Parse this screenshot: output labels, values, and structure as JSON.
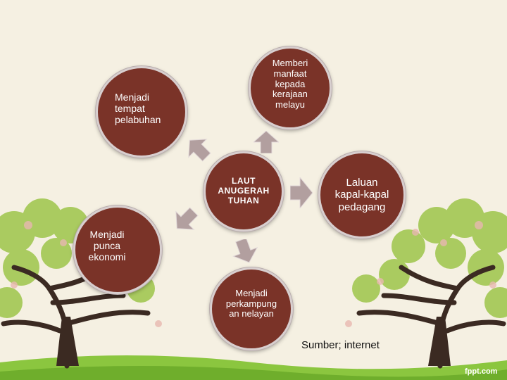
{
  "center": {
    "text": "LAUT\nANUGERAH\nTUHAN"
  },
  "nodes": {
    "top": "Memberi\nmanfaat\nkepada\nkerajaan\nmelayu",
    "top_left": "Menjadi\ntempat\npelabuhan",
    "right": "Laluan\nkapal-kapal\npedagang",
    "left": "Menjadi\npunca\nekonomi",
    "bottom": "Menjadi\nperkampung\nan nelayan"
  },
  "source": "Sumber; internet",
  "logo": "fppt.com",
  "colors": {
    "circle_fill": "#7a3328",
    "circle_border": "#d8cfcf",
    "arrow": "#b29f9f",
    "background": "#f5f0e2"
  }
}
